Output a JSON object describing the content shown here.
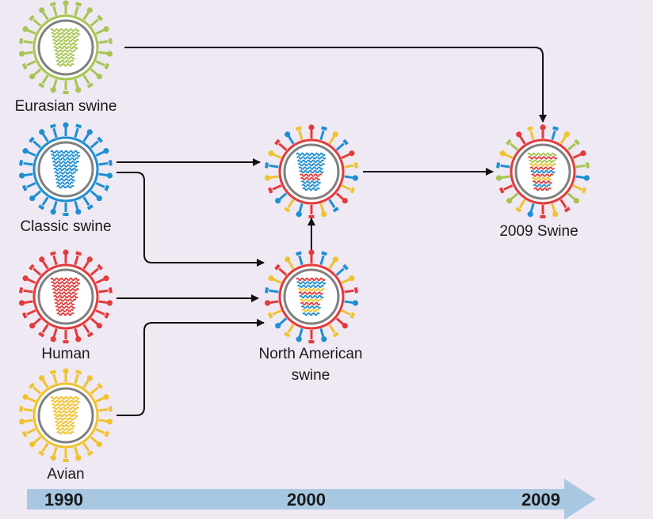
{
  "colors": {
    "background": "#efe9f4",
    "eurasian": "#a6c552",
    "classic": "#1f8fd2",
    "human": "#e33b3b",
    "avian": "#f0c22d",
    "shell": "#808080",
    "arrow": "#111111",
    "timeline": "#a8c8e2"
  },
  "viruses": [
    {
      "id": "eurasian",
      "label": "Eurasian swine"
    },
    {
      "id": "classic",
      "label": "Classic swine"
    },
    {
      "id": "human",
      "label": "Human"
    },
    {
      "id": "avian",
      "label": "Avian"
    },
    {
      "id": "north-american",
      "label_line1": "North American",
      "label_line2": "swine"
    },
    {
      "id": "swine-2009",
      "label": "2009 Swine"
    }
  ],
  "timeline": {
    "years": [
      "1990",
      "2000",
      "2009"
    ]
  }
}
